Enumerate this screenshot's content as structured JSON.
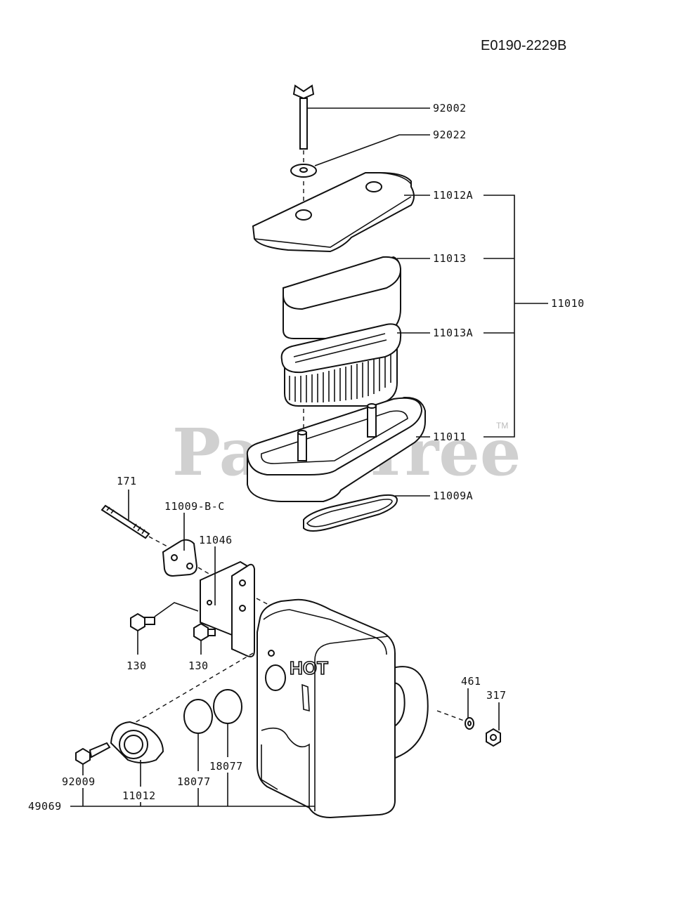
{
  "diagram_code": "E0190-2229B",
  "watermark": {
    "text": "PartsTree",
    "trademark": "TM"
  },
  "embossed_text": "HOT",
  "callouts": {
    "c92002": "92002",
    "c92022": "92022",
    "c11012A": "11012A",
    "c11013": "11013",
    "c11010": "11010",
    "c11013A": "11013A",
    "c11011": "11011",
    "c11009A": "11009A",
    "c171": "171",
    "c11009BC": "11009-B-C",
    "c11046": "11046",
    "c130a": "130",
    "c130b": "130",
    "c461": "461",
    "c317": "317",
    "c18077a": "18077",
    "c18077b": "18077",
    "c92009": "92009",
    "c11012": "11012",
    "c49069": "49069"
  }
}
